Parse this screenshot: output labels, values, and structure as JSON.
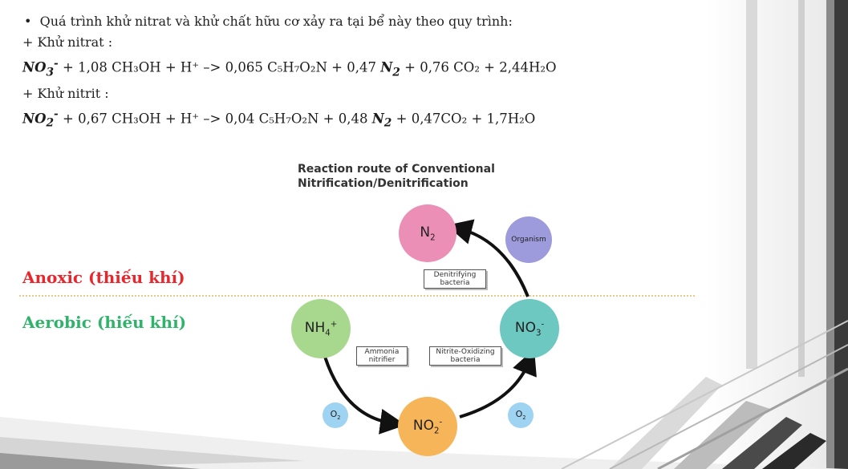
{
  "intro": "Quá trình khử nitrat và khử chất hữu cơ xảy ra tại bể này theo quy trình:",
  "nitrate_heading": "+ Khử nitrat :",
  "nitrate_eq": {
    "reactant": "NO",
    "reactant_sub": "3",
    "reactant_sup": "-",
    "rest": " + 1,08 CH₃OH + H⁺ –> 0,065 C₅H₇O₂N + 0,47 ",
    "n2": "N",
    "n2_sub": "2",
    "tail": " + 0,76 CO₂ + 2,44H₂O"
  },
  "nitrite_heading": "+ Khử nitrit :",
  "nitrite_eq": {
    "reactant": "NO",
    "reactant_sub": "2",
    "reactant_sup": "-",
    "rest": " + 0,67 CH₃OH + H⁺ –> 0,04 C₅H₇O₂N + 0,48 ",
    "n2": "N",
    "n2_sub": "2",
    "tail": " + 0,47CO₂ + 1,7H₂O"
  },
  "diagram": {
    "title_line1": "Reaction route of Conventional",
    "title_line2": "Nitrification/Denitrification",
    "anoxic_label": "Anoxic (thiếu khí)",
    "aerobic_label": "Aerobic (hiếu khí)",
    "nodes": {
      "n2": {
        "base": "N",
        "sub": "2",
        "sup": ""
      },
      "nh4": {
        "base": "NH",
        "sub": "4",
        "sup": "+"
      },
      "no3": {
        "base": "NO",
        "sub": "3",
        "sup": "-"
      },
      "no2": {
        "base": "NO",
        "sub": "2",
        "sup": "-"
      },
      "organism": "Organism",
      "o2_left": {
        "base": "O",
        "sub": "2"
      },
      "o2_right": {
        "base": "O",
        "sub": "2"
      }
    },
    "boxes": {
      "denitrifying": [
        "Denitrifying",
        "bacteria"
      ],
      "ammonia": [
        "Ammonia",
        "nitrifier"
      ],
      "nitrite": [
        "Nitrite-Oxidizing",
        "bacteria"
      ]
    },
    "colors": {
      "anoxic": "#e8262b",
      "aerobic": "#2fb36b",
      "n2_node": "#ec8fb6",
      "organism_node": "#9d9bdc",
      "nh4_node": "#a8d88d",
      "no3_node": "#6cc8c0",
      "no2_node": "#f7b55a",
      "o2_node": "#9fd3f2"
    }
  }
}
